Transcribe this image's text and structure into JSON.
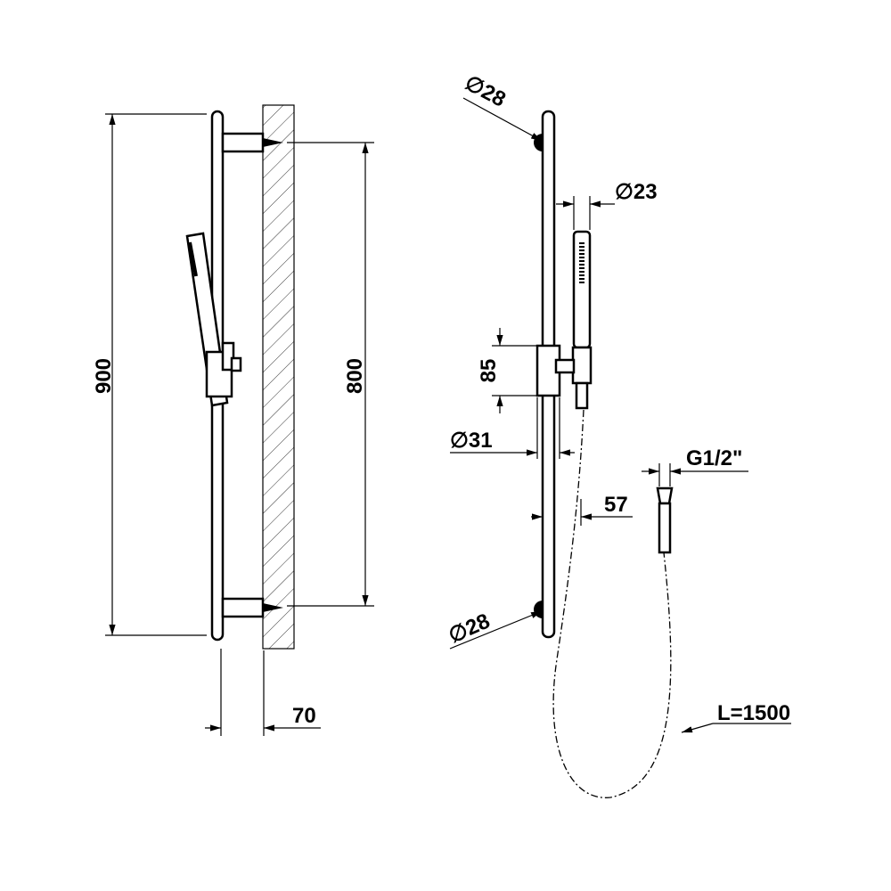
{
  "side_view": {
    "height_total": "900",
    "fixing_distance": "800",
    "wall_offset": "70"
  },
  "front_view": {
    "top_knob_diameter": "∅28",
    "handshower_diameter": "∅23",
    "holder_height": "85",
    "holder_diameter": "∅31",
    "holder_projection": "57",
    "connection_thread": "G1/2\"",
    "bottom_knob_diameter": "∅28",
    "hose_length": "L=1500"
  }
}
